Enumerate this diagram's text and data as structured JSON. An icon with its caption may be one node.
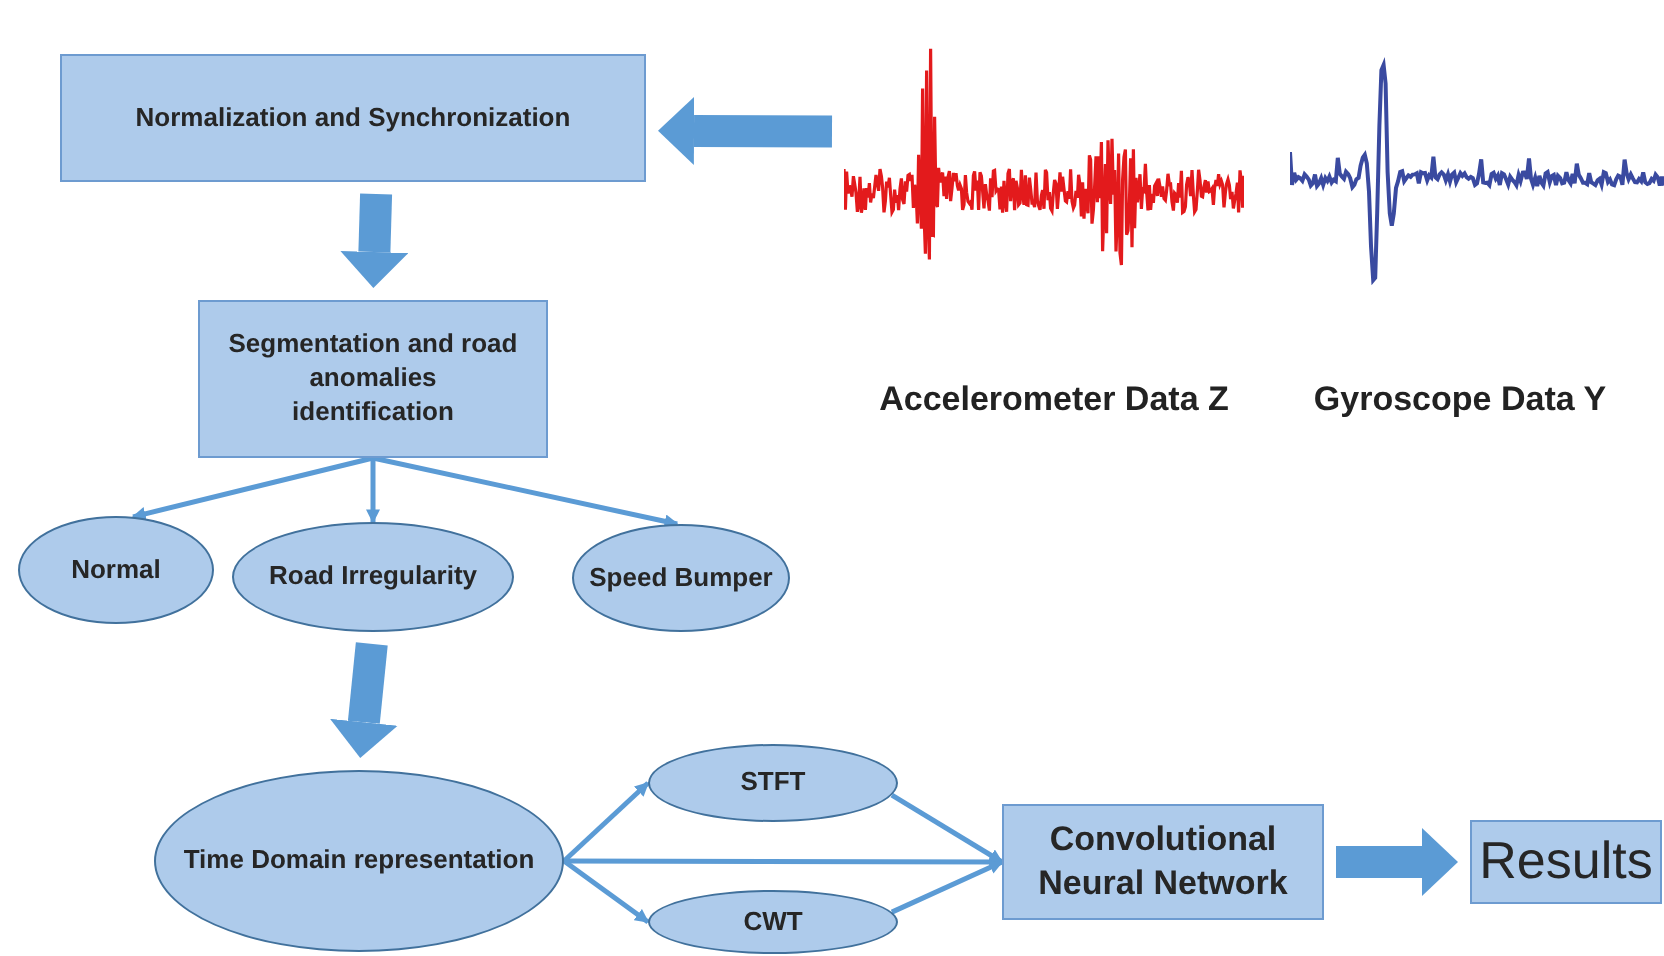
{
  "diagram": {
    "nodes": [
      {
        "text": [
          "Normalization and Synchronization"
        ]
      },
      {
        "text": [
          "Segmentation and road anomalies identification"
        ]
      },
      {
        "text": [
          "Normal"
        ]
      },
      {
        "text": [
          "Road Irregularity"
        ]
      },
      {
        "text": [
          "Speed Bumper"
        ]
      },
      {
        "text": [
          "Time Domain representation"
        ]
      },
      {
        "text": [
          "STFT"
        ]
      },
      {
        "text": [
          "CWT"
        ]
      },
      {
        "text": [
          "Convolutional Neural Network"
        ]
      },
      {
        "text": [
          "Results"
        ]
      },
      {
        "text": [],
        "shape": "picture",
        "beside": [
          "Accelerometer Data Z"
        ]
      },
      {
        "text": [],
        "shape": "picture",
        "beside": [
          "Gyroscope Data Y"
        ]
      }
    ],
    "edges": [
      {
        "from": 10,
        "to": 0,
        "arrow": "to",
        "style": "thick"
      },
      {
        "from": 0,
        "to": 1,
        "arrow": "to",
        "style": "thick"
      },
      {
        "from": 1,
        "to": 2,
        "arrow": "to"
      },
      {
        "from": 1,
        "to": 3,
        "arrow": "to"
      },
      {
        "from": 1,
        "to": 4,
        "arrow": "to"
      },
      {
        "from": 3,
        "to": 5,
        "arrow": "to",
        "style": "thick"
      },
      {
        "from": 5,
        "to": 6,
        "arrow": "to"
      },
      {
        "from": 5,
        "to": 8,
        "arrow": "to"
      },
      {
        "from": 5,
        "to": 7,
        "arrow": "to"
      },
      {
        "from": 6,
        "to": 8,
        "arrow": "to"
      },
      {
        "from": 7,
        "to": 8,
        "arrow": "to"
      },
      {
        "from": 8,
        "to": 9,
        "arrow": "to",
        "style": "thick"
      }
    ]
  }
}
